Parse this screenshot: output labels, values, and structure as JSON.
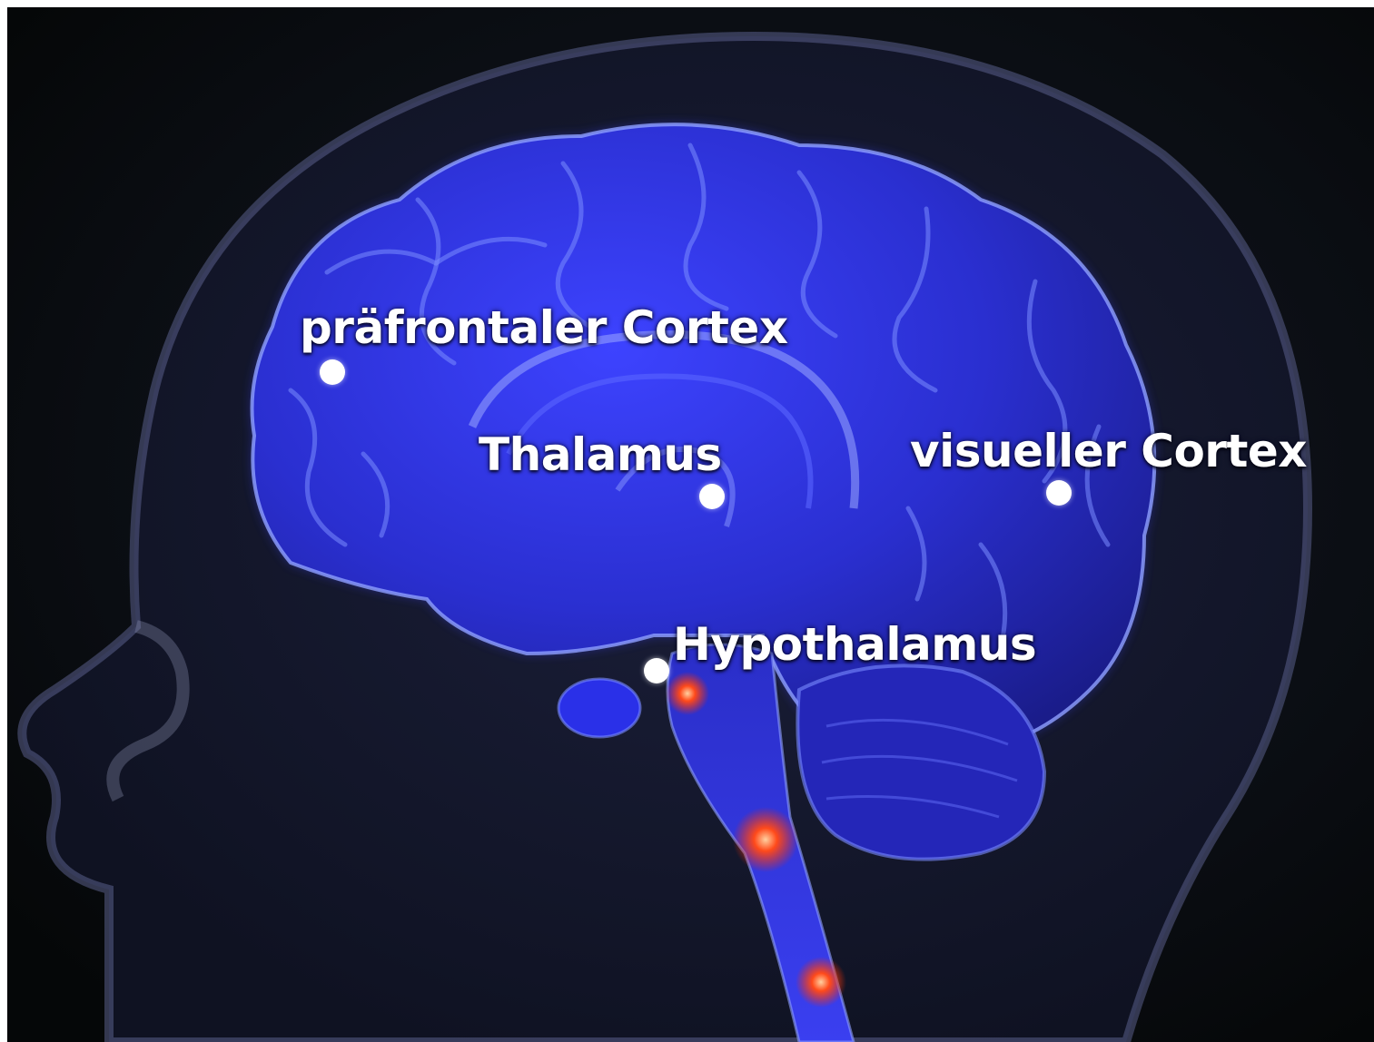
{
  "labels": {
    "prefrontal": "präfrontaler Cortex",
    "thalamus": "Thalamus",
    "visual": "visueller Cortex",
    "hypothalamus": "Hypothalamus"
  },
  "colors": {
    "background": "#0a0d12",
    "brain": "#2d2fd6",
    "brain_highlight": "#6a7bff",
    "head_outline": "#5a5f8a",
    "marker": "#ffffff",
    "active_point": "#ff3a1a"
  }
}
